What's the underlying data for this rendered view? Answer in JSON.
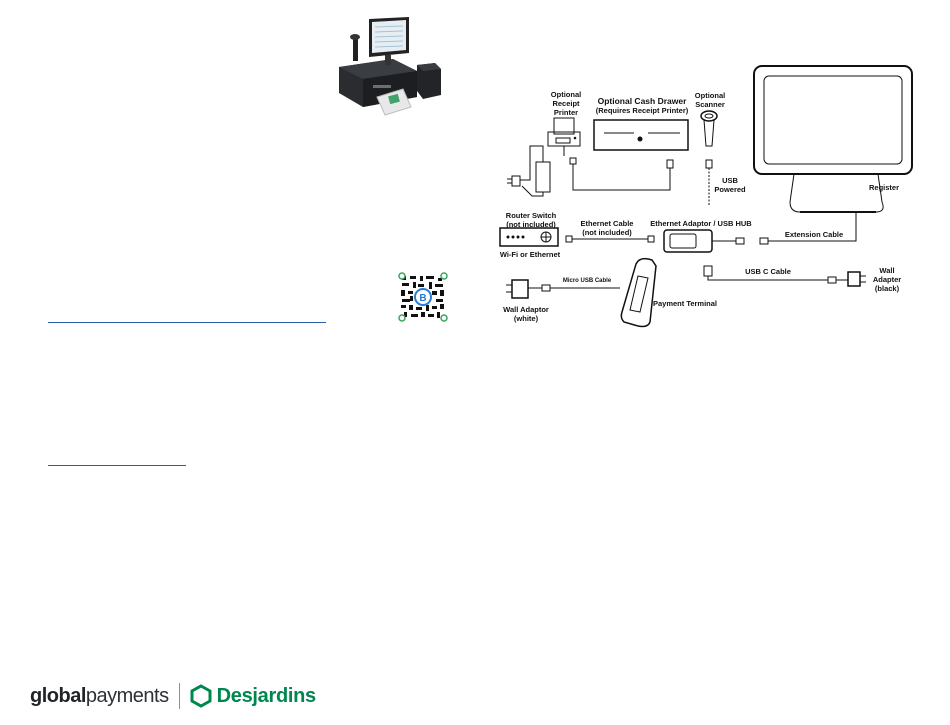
{
  "diagram": {
    "labels": {
      "optional_receipt_printer": [
        "Optional",
        "Receipt",
        "Printer"
      ],
      "optional_cash_drawer": "Optional Cash Drawer",
      "requires_receipt_printer": "(Requires Receipt Printer)",
      "optional_scanner": [
        "Optional",
        "Scanner"
      ],
      "usb_powered": [
        "USB",
        "Powered"
      ],
      "register": "Register",
      "router_switch": [
        "Router Switch",
        "(not included)"
      ],
      "wifi_or_ethernet": "Wi-Fi or Ethernet",
      "ethernet_cable": [
        "Ethernet Cable",
        "(not included)"
      ],
      "ethernet_adaptor": "Ethernet Adaptor / USB HUB",
      "extension_cable": "Extension Cable",
      "usb_c_cable": "USB C Cable",
      "wall_adapter_black": [
        "Wall",
        "Adapter",
        "(black)"
      ],
      "micro_usb_cable": "Micro USB Cable",
      "payment_terminal": "Payment Terminal",
      "wall_adaptor_white": [
        "Wall Adaptor",
        "(white)"
      ]
    }
  },
  "footer": {
    "brand_bold": "global",
    "brand_light": "payments",
    "partner": "Desjardins"
  },
  "colors": {
    "link_underline": "#2a5ca8",
    "desjardins_green": "#00874e"
  }
}
